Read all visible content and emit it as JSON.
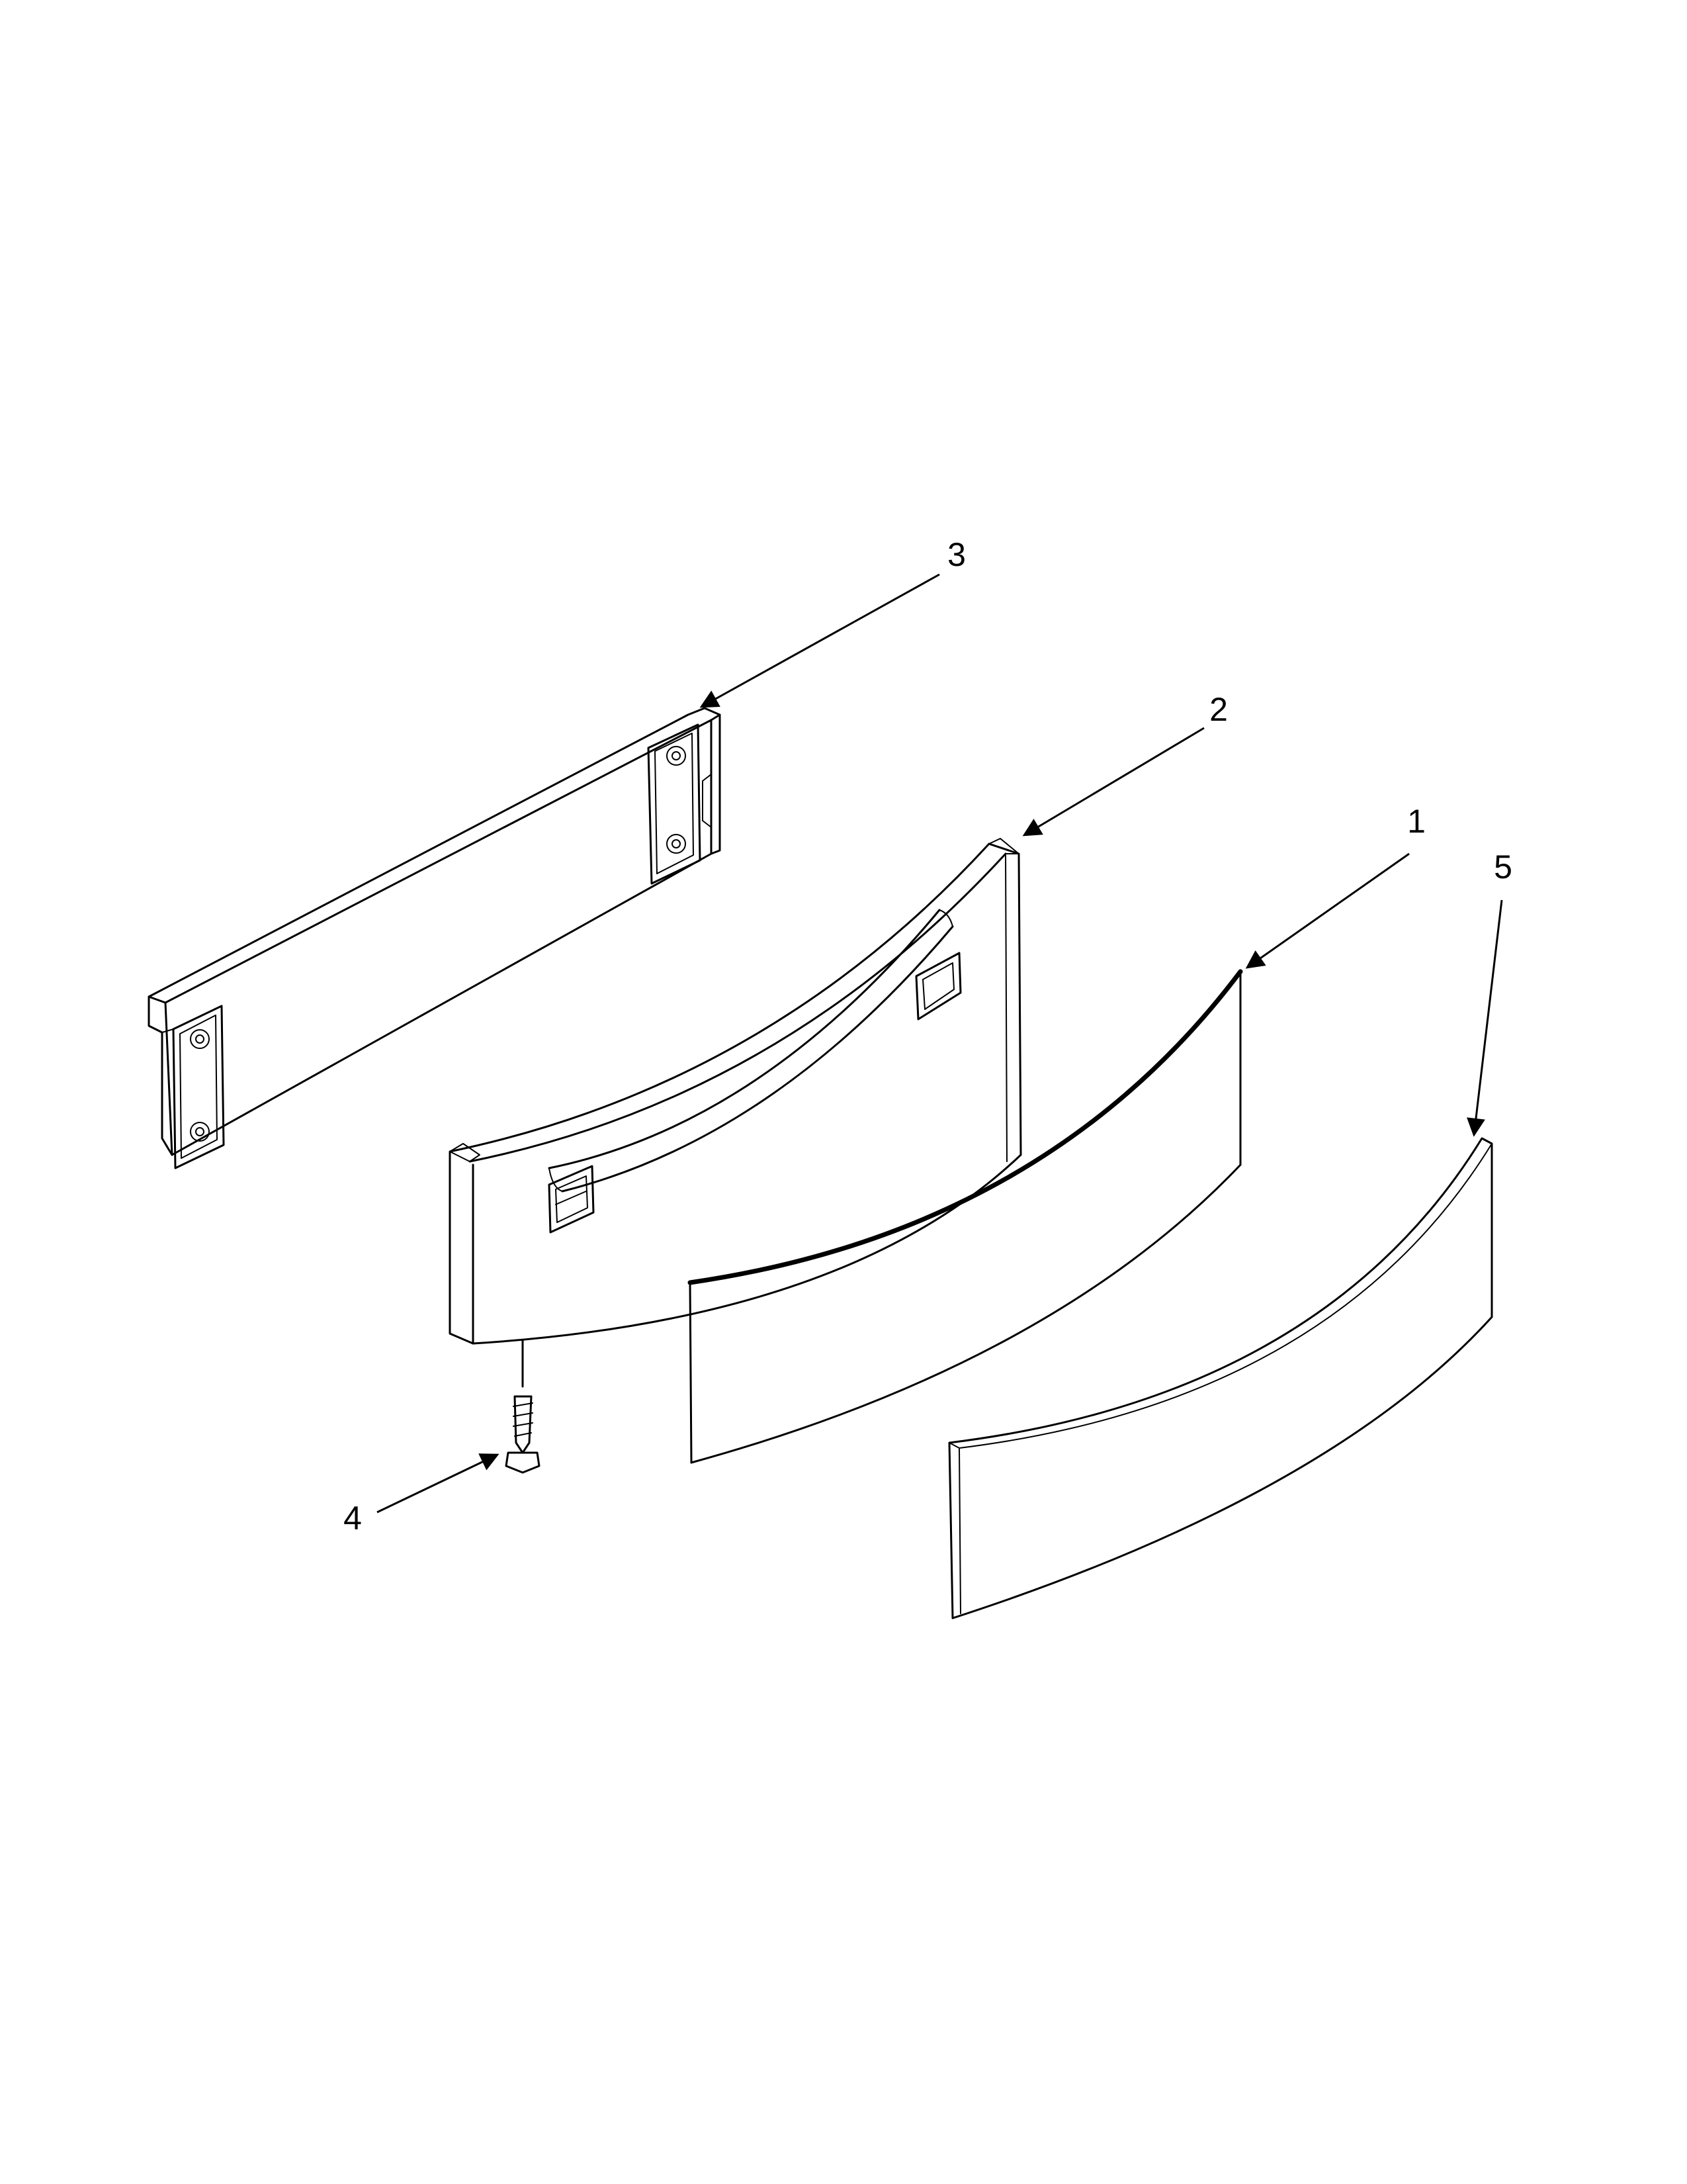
{
  "diagram": {
    "type": "exploded-parts-view",
    "callouts": [
      {
        "id": "1",
        "label": "1"
      },
      {
        "id": "2",
        "label": "2"
      },
      {
        "id": "3",
        "label": "3"
      },
      {
        "id": "4",
        "label": "4"
      },
      {
        "id": "5",
        "label": "5"
      }
    ]
  }
}
